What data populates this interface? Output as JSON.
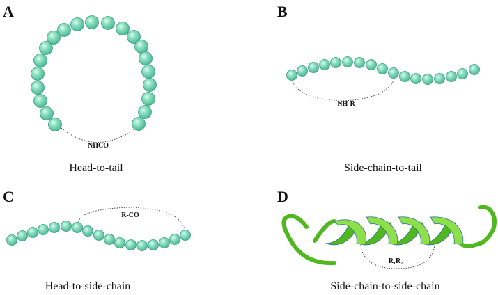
{
  "panels": [
    {
      "letter": "A",
      "caption": "Head-to-tail",
      "link_label": "NHCO"
    },
    {
      "letter": "B",
      "caption": "Side-chain-to-tail",
      "link_label": "NH-R"
    },
    {
      "letter": "C",
      "caption": "Head-to-side-chain",
      "link_label": "R-CO"
    },
    {
      "letter": "D",
      "caption": "Side-chain-to-side-chain",
      "link_label": "R₁R₂"
    }
  ],
  "colors": {
    "bead_fill": "#7dd8b5",
    "bead_stroke": "#3a9d80",
    "helix_light": "#8ee04a",
    "helix_dark": "#4fb81e",
    "helix_stroke": "#2c6fa0"
  }
}
